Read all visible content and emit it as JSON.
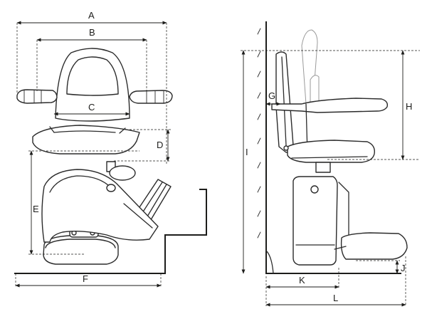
{
  "figure": {
    "labels": {
      "A": "A",
      "B": "B",
      "C": "C",
      "D": "D",
      "E": "E",
      "F": "F",
      "G": "G",
      "H": "H",
      "I": "I",
      "J": "J",
      "K": "K",
      "L": "L"
    }
  }
}
